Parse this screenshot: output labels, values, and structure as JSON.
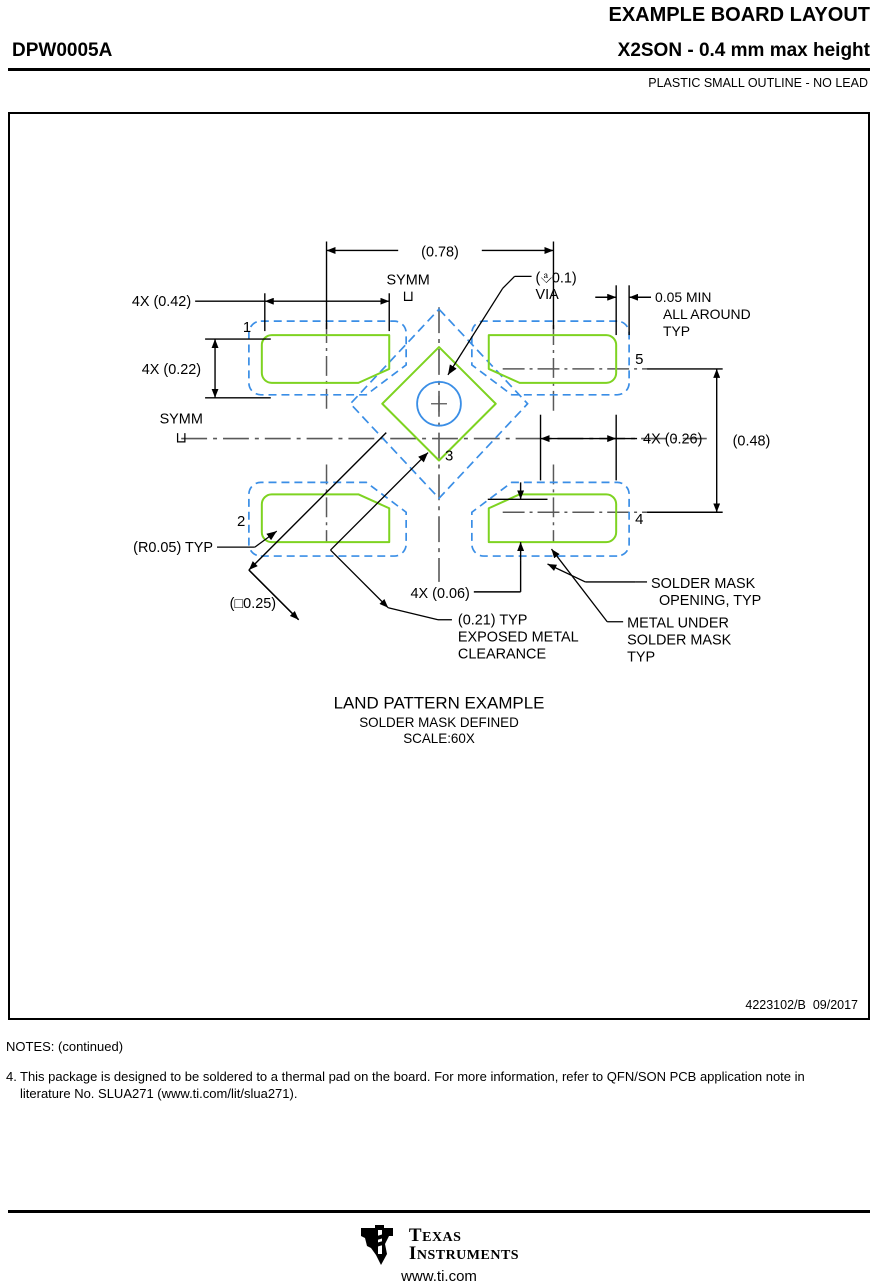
{
  "header": {
    "title": "EXAMPLE BOARD LAYOUT",
    "part_number": "DPW0005A",
    "package": "X2SON - 0.4 mm max height",
    "subtitle": "PLASTIC SMALL OUTLINE - NO LEAD"
  },
  "drawing": {
    "doc_number": "4223102/B",
    "doc_date": "09/2017",
    "caption": {
      "line1": "LAND PATTERN EXAMPLE",
      "line2": "SOLDER MASK DEFINED",
      "line3": "SCALE:60X"
    },
    "dimensions": {
      "overall_pitch": "(0.78)",
      "pad_width_4x": "4X (0.42)",
      "pad_height_4x": "4X (0.22)",
      "pad_offset_x_4x": "4X (0.26)",
      "pad_span_y": "(0.48)",
      "mask_expansion_4x": "4X (0.06)",
      "corner_radius": "(R0.05) TYP",
      "thermal_pad_square": "(□0.25)",
      "exposed_metal_clearance": "(0.21) TYP",
      "via_diameter": "(⎀0.1)",
      "via_label": "VIA",
      "min_clearance": "0.05 MIN",
      "min_clearance_l2": "ALL AROUND",
      "min_clearance_l3": "TYP"
    },
    "callouts": {
      "solder_mask_opening_l1": "SOLDER MASK",
      "solder_mask_opening_l2": "OPENING, TYP",
      "metal_under_mask_l1": "METAL UNDER",
      "metal_under_mask_l2": "SOLDER MASK",
      "metal_under_mask_l3": "TYP",
      "exposed_metal_l1": "(0.21) TYP",
      "exposed_metal_l2": "EXPOSED METAL",
      "exposed_metal_l3": "CLEARANCE"
    },
    "symm_label": "SYMM",
    "pin_numbers": [
      "1",
      "2",
      "3",
      "4",
      "5"
    ],
    "colors": {
      "metal": "#7ED321",
      "solder_mask": "#3A8EE6",
      "dimension": "#000000",
      "centerline": "#595959"
    }
  },
  "notes": {
    "heading": "NOTES: (continued)",
    "items": [
      {
        "number": "4.",
        "text": "This package is designed to be soldered to a thermal pad on the board. For more information, refer to QFN/SON PCB application note in literature No. SLUA271 (www.ti.com/lit/slua271)."
      }
    ]
  },
  "footer": {
    "company_line1": "EXAS",
    "company_line1_cap": "T",
    "company_line2": "NSTRUMENTS",
    "company_line2_cap": "I",
    "url": "www.ti.com"
  }
}
